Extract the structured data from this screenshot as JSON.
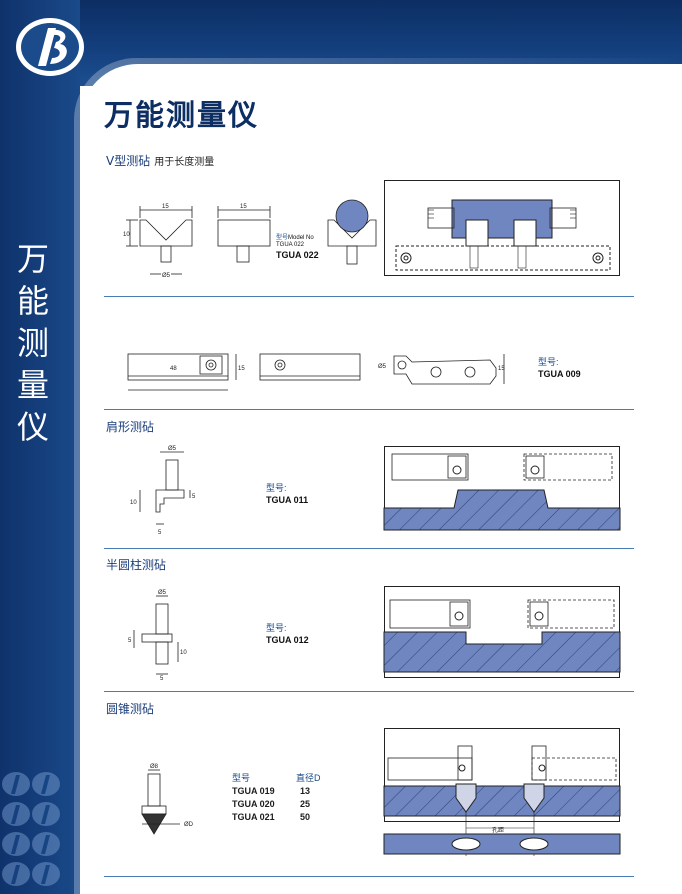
{
  "page": {
    "title": "万能测量仪",
    "sidebar_title": [
      "万",
      "能",
      "测",
      "量",
      "仪"
    ]
  },
  "sections": {
    "v_anvil": {
      "title": "V型测砧",
      "subtitle": "用于长度测量",
      "model_label_a": "型号",
      "model_label_b": "Model No",
      "model_small": "TGUA 022",
      "model": "TGUA 022",
      "dims": {
        "w1": "15",
        "w2": "15",
        "h": "10",
        "d": "Ø5"
      }
    },
    "slot_anvil": {
      "model_label": "型号:",
      "model": "TGUA 009",
      "dims": {
        "len": "48",
        "h1": "15",
        "d": "Ø5",
        "h2": "15"
      }
    },
    "shoulder_anvil": {
      "title": "肩形测砧",
      "model_label": "型号:",
      "model": "TGUA 011",
      "dims": {
        "d": "Ø5",
        "h": "10",
        "s": "5",
        "b": "5"
      }
    },
    "half_cyl_anvil": {
      "title": "半圆柱测砧",
      "model_label": "型号:",
      "model": "TGUA 012",
      "dims": {
        "d": "Ø5",
        "a": "5",
        "h": "10",
        "b": "5"
      }
    },
    "cone_anvil": {
      "title": "圆锥测砧",
      "dims": {
        "d": "Ø8",
        "D": "ØD"
      },
      "hole_label": "孔距",
      "table": {
        "headers": [
          "型号",
          "直径D"
        ],
        "rows": [
          [
            "TGUA 019",
            "13"
          ],
          [
            "TGUA 020",
            "25"
          ],
          [
            "TGUA 021",
            "50"
          ]
        ]
      }
    }
  },
  "colors": {
    "navy": "#0c2e63",
    "accent_blue": "#1b4b8a",
    "hatch_fill": "#6f86c0",
    "rule": "#4a7db6"
  }
}
